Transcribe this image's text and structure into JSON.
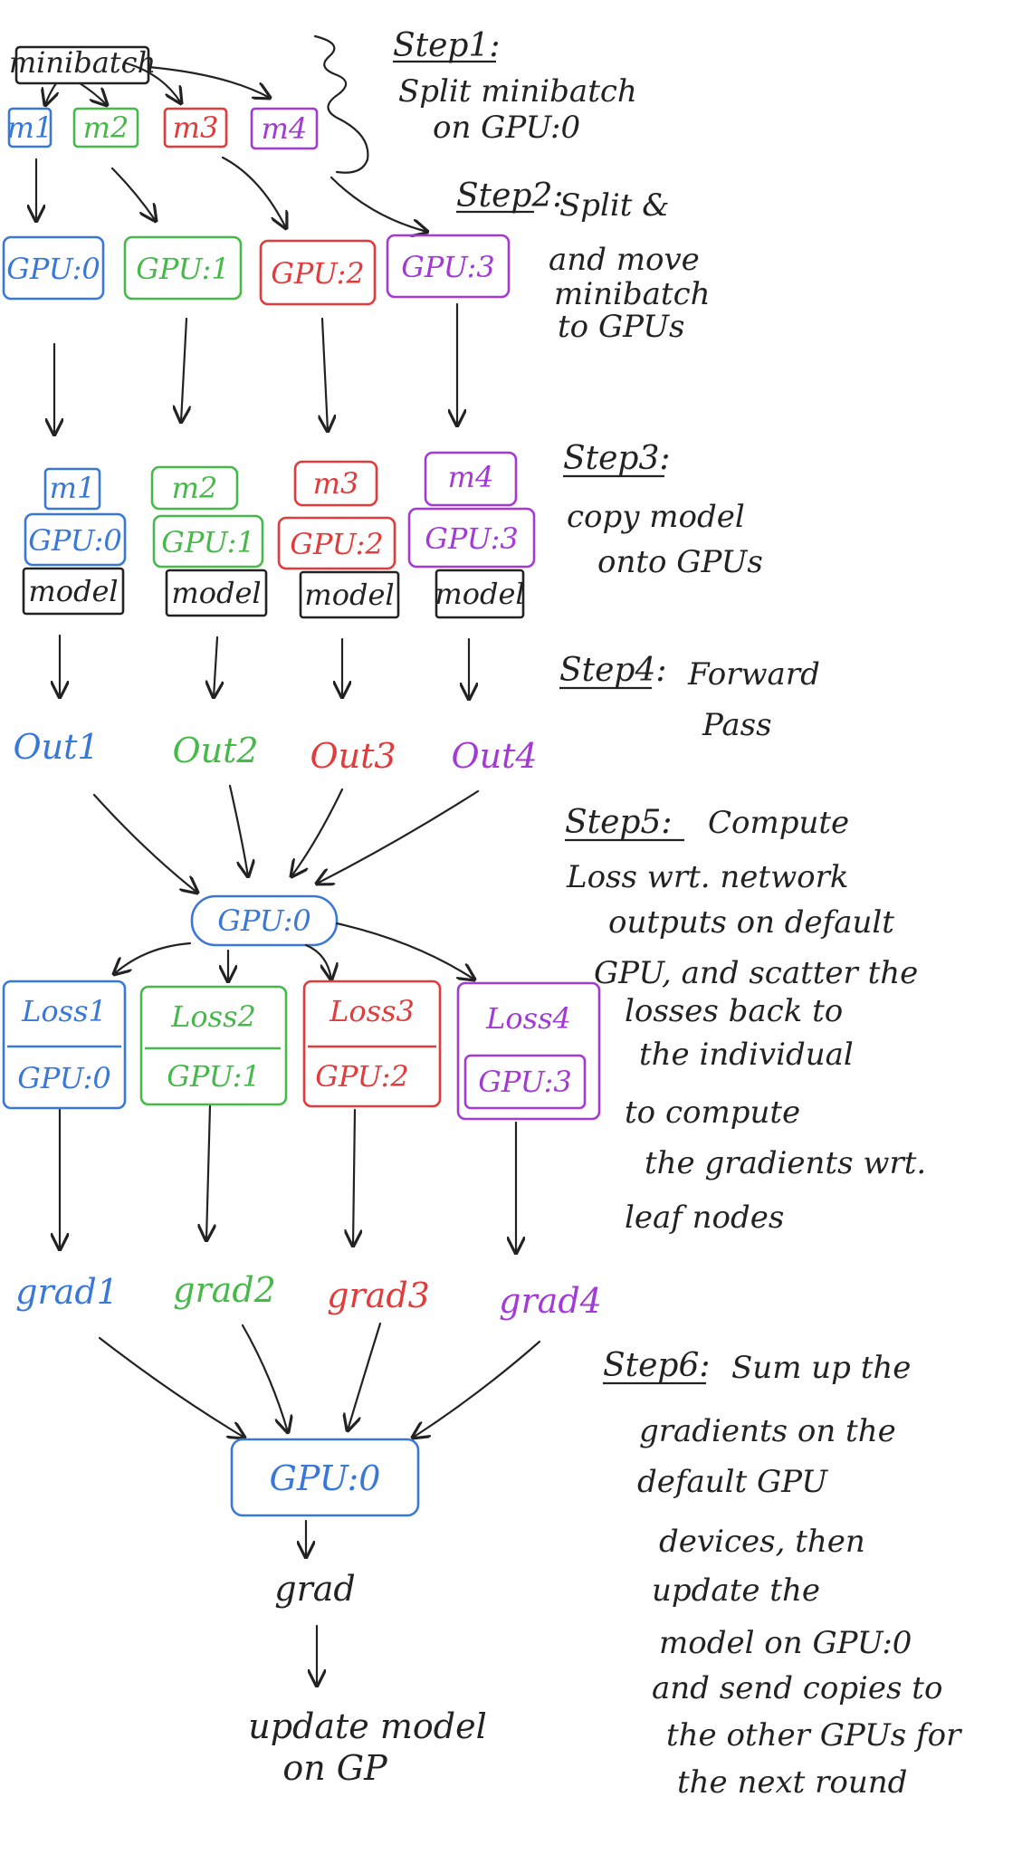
{
  "colors": {
    "ink": "#222222",
    "gpu0": "#3a78d8",
    "gpu1": "#47b84a",
    "gpu2": "#e23b3b",
    "gpu3": "#a33ad6"
  },
  "top": {
    "minibatch": "minibatch"
  },
  "minis": [
    "m1",
    "m2",
    "m3",
    "m4"
  ],
  "gpus": [
    "GPU:0",
    "GPU:1",
    "GPU:2",
    "GPU:3"
  ],
  "model_label": "model",
  "outs": [
    "Out1",
    "Out2",
    "Out3",
    "Out4"
  ],
  "center_gpu": "GPU:0",
  "losses": [
    "Loss1",
    "Loss2",
    "Loss3",
    "Loss4"
  ],
  "grads": [
    "grad1",
    "grad2",
    "grad3",
    "grad4"
  ],
  "final": {
    "gpu": "GPU:0",
    "grad": "grad",
    "update_line1": "update model",
    "update_line2": "on GP"
  },
  "steps": [
    {
      "title": "Step1:",
      "lines": [
        "Split minibatch",
        "on GPU:0"
      ]
    },
    {
      "title": "Step2:",
      "lines": [
        "Split &",
        "and move",
        "minibatch",
        "to GPUs"
      ]
    },
    {
      "title": "Step3:",
      "lines": [
        "copy model",
        "onto GPUs"
      ]
    },
    {
      "title": "Step4:",
      "lines": [
        "Forward",
        "Pass"
      ]
    },
    {
      "title": "Step5:",
      "lines": [
        "Compute",
        "Loss wrt. network",
        "outputs on default",
        "GPU, and scatter the",
        "losses back to",
        "the individual",
        "to compute",
        "the gradients wrt.",
        "leaf nodes"
      ]
    },
    {
      "title": "Step6:",
      "lines": [
        "Sum up the",
        "gradients on the",
        "default GPU",
        "devices, then",
        "update the",
        "model on GPU:0",
        "and send copies to",
        "the other GPUs for",
        "the next round"
      ]
    }
  ]
}
